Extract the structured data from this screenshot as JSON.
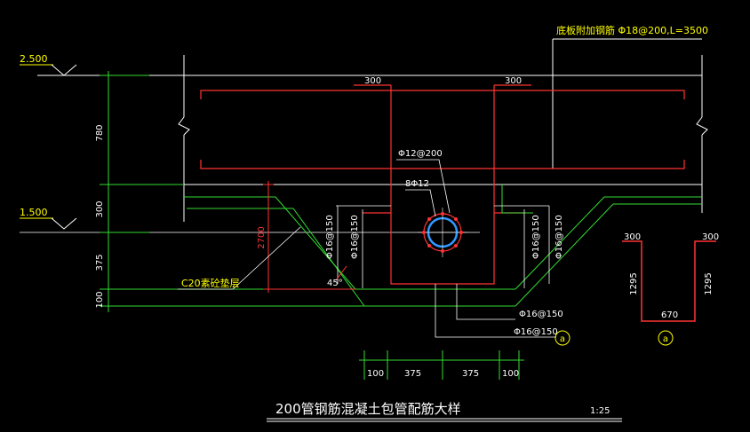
{
  "drawing": {
    "title": "200管钢筋混凝土包管配筋大样",
    "scale": "1:25"
  },
  "elevations": {
    "top": "2.500",
    "bottom": "1.500"
  },
  "labels": {
    "bottom_rebar_note": "底板附加钢筋 Φ18@200,L=3500",
    "stirrup": "Φ12@200",
    "main_bars": "8Φ12",
    "bottom_bar_1": "Φ16@150",
    "bottom_bar_2": "Φ16@150",
    "side_bar_1": "Φ16@150",
    "side_bar_2": "Φ16@150",
    "side_bar_3": "Φ16@150",
    "side_bar_4": "Φ16@150",
    "cushion": "C20素砼垫层",
    "angle": "45°",
    "marker": "a"
  },
  "dimensions": {
    "top_left": "300",
    "top_right": "300",
    "v_780": "780",
    "v_300": "300",
    "v_375": "375",
    "v_100": "100",
    "v_2700": "2700",
    "b_100_left": "100",
    "b_375_left": "375",
    "b_375_right": "375",
    "b_100_right": "100"
  },
  "bar_shape": {
    "left_top": "300",
    "right_top": "300",
    "left_height": "1295",
    "right_height": "1295",
    "bottom": "670"
  }
}
